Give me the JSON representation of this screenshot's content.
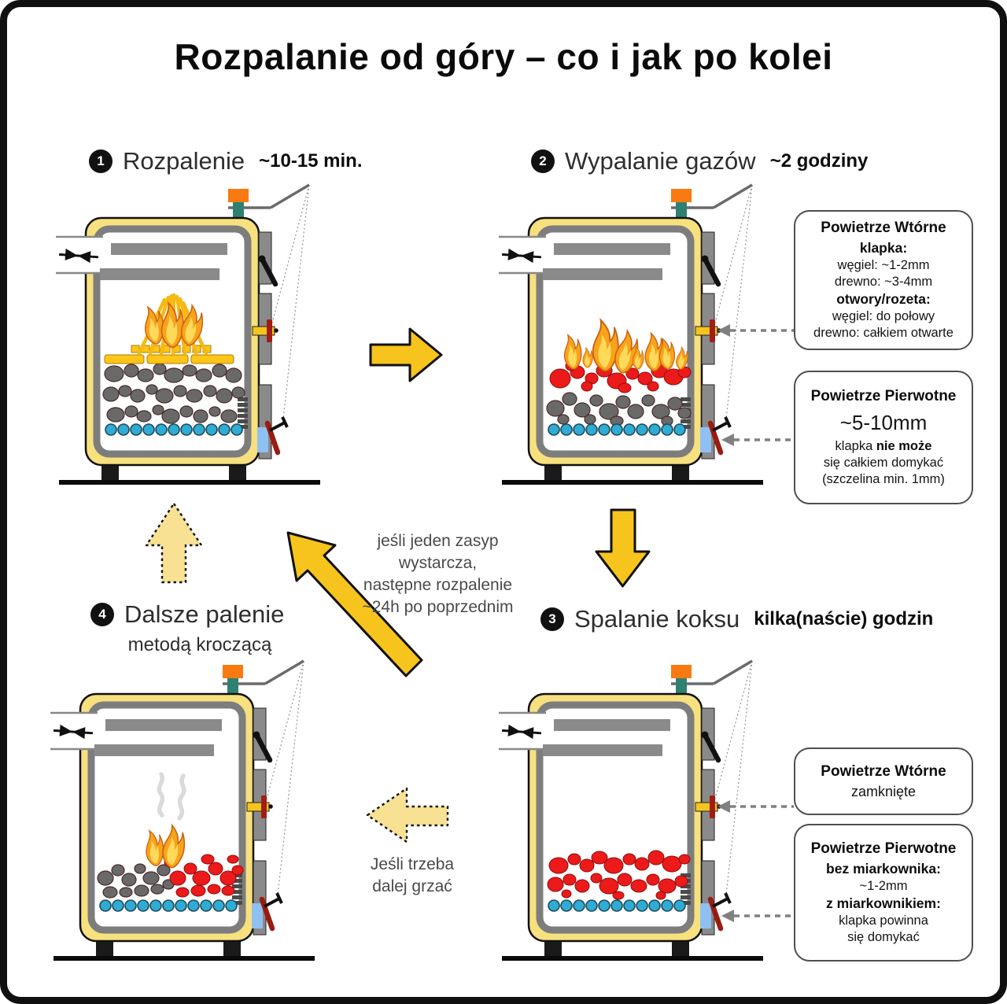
{
  "title": "Rozpalanie od góry – co i jak po kolei",
  "stages": {
    "s1": {
      "num": "1",
      "name": "Rozpalenie",
      "duration": "~10-15 min."
    },
    "s2": {
      "num": "2",
      "name": "Wypalanie gazów",
      "duration": "~2 godziny"
    },
    "s3": {
      "num": "3",
      "name": "Spalanie koksu",
      "duration": "kilka(naście) godzin"
    },
    "s4": {
      "num": "4",
      "name": "Dalsze palenie",
      "subtitle": "metodą kroczącą"
    }
  },
  "boxes": {
    "secondary_top": {
      "title": "Powietrze Wtórne",
      "flap_label": "klapka:",
      "flap_coal": "węgiel: ~1-2mm",
      "flap_wood": "drewno: ~3-4mm",
      "holes_label": "otwory/rozeta:",
      "holes_coal": "węgiel: do połowy",
      "holes_wood": "drewno: całkiem otwarte"
    },
    "primary_top": {
      "title": "Powietrze Pierwotne",
      "gap": "~5-10mm",
      "line1a": "klapka ",
      "line1b": "nie może",
      "line2": "się całkiem domykać",
      "line3": "(szczelina min. 1mm)"
    },
    "secondary_bottom": {
      "title": "Powietrze Wtórne",
      "state": "zamknięte"
    },
    "primary_bottom": {
      "title": "Powietrze Pierwotne",
      "no_reg_label": "bez miarkownika:",
      "no_reg_value": "~1-2mm",
      "with_reg_label": "z miarkownikiem:",
      "with_reg_line1": "klapka powinna",
      "with_reg_line2": "się domykać"
    }
  },
  "notes": {
    "refire_line1": "jeśli jeden zasyp wystarcza,",
    "refire_line2": "następne rozpalenie",
    "refire_line3": "~24h po poprzednim",
    "continue_line1": "Jeśli trzeba",
    "continue_line2": "dalej grzać"
  },
  "colors": {
    "boiler_body": "#F7E07E",
    "accent_gold": "#F6C41C",
    "pale_arrow": "#F8E193",
    "ember_red": "#EC1A1A",
    "coal_gray": "#696969",
    "grate_blue": "#30ABD3",
    "cap_orange": "#F87A10",
    "pipe_teal": "#2F8070",
    "damper_blue": "#8FC0F2",
    "lever_red": "#9A1B10"
  }
}
